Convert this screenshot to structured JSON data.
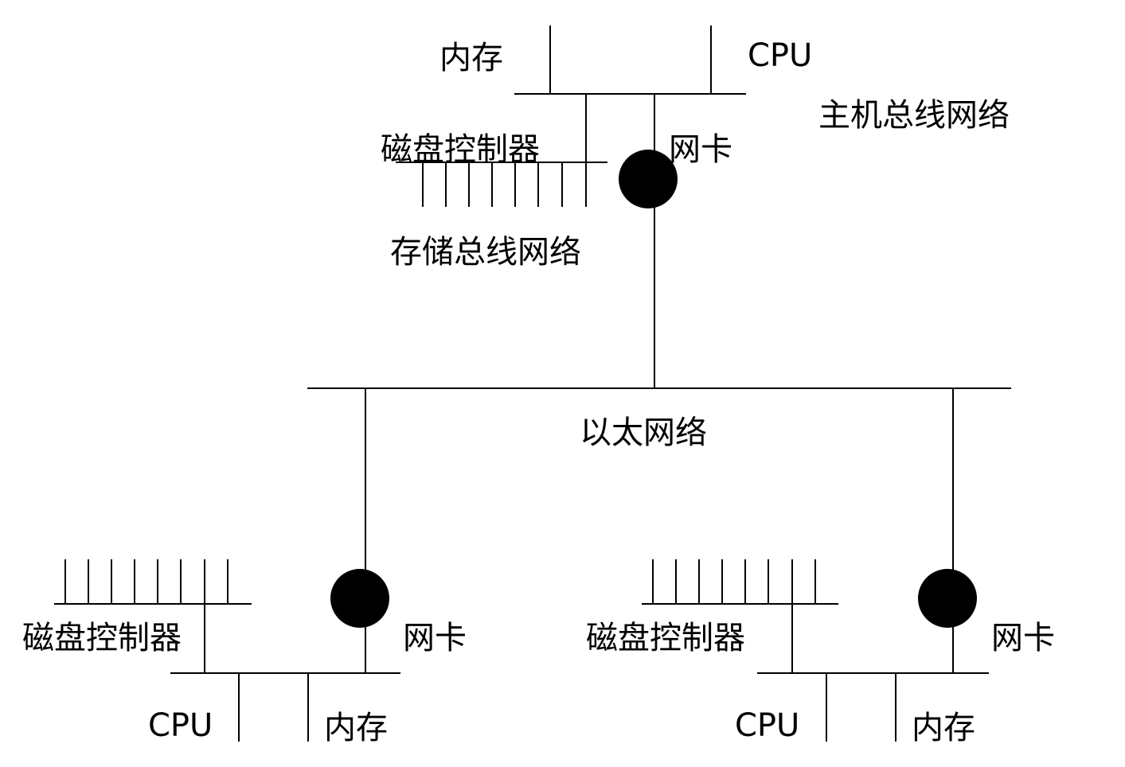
{
  "labels": {
    "top_memory": "内存",
    "top_cpu": "CPU",
    "host_bus_network": "主机总线网络",
    "top_disk_controller": "磁盘控制器",
    "top_nic": "网卡",
    "storage_bus_network": "存储总线网络",
    "ethernet_network": "以太网络",
    "left_disk_controller": "磁盘控制器",
    "left_nic": "网卡",
    "left_cpu": "CPU",
    "left_memory": "内存",
    "right_disk_controller": "磁盘控制器",
    "right_nic": "网卡",
    "right_cpu": "CPU",
    "right_memory": "内存"
  },
  "colors": {
    "line": "#000000",
    "nic_node": "#000000",
    "background": "#ffffff"
  }
}
